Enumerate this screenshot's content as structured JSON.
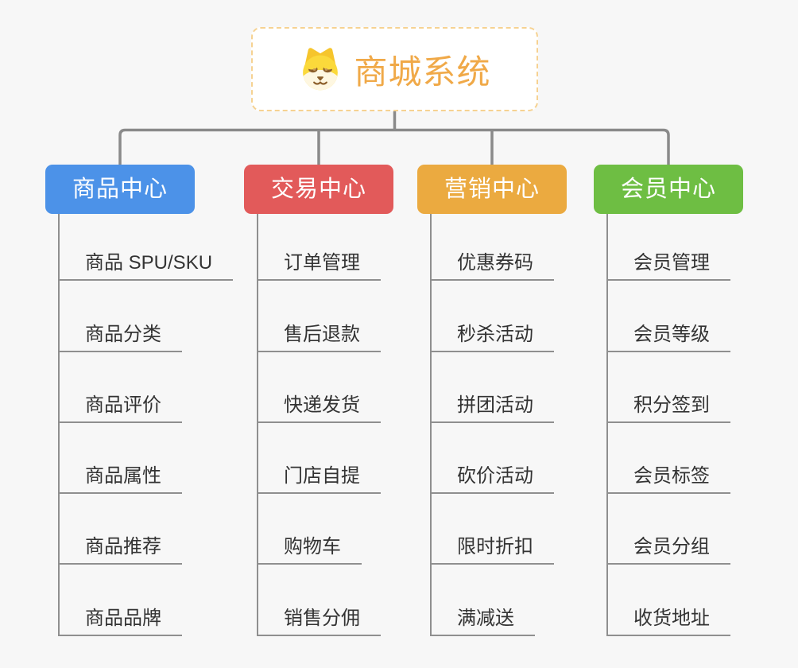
{
  "root": {
    "title": "商城系统",
    "icon": "dog-face-icon"
  },
  "branches": [
    {
      "label": "商品中心",
      "color": "#4C92E8",
      "items": [
        "商品 SPU/SKU",
        "商品分类",
        "商品评价",
        "商品属性",
        "商品推荐",
        "商品品牌"
      ]
    },
    {
      "label": "交易中心",
      "color": "#E25A5A",
      "items": [
        "订单管理",
        "售后退款",
        "快递发货",
        "门店自提",
        "购物车",
        "销售分佣"
      ]
    },
    {
      "label": "营销中心",
      "color": "#EBAA40",
      "items": [
        "优惠券码",
        "秒杀活动",
        "拼团活动",
        "砍价活动",
        "限时折扣",
        "满减送"
      ]
    },
    {
      "label": "会员中心",
      "color": "#6EBE43",
      "items": [
        "会员管理",
        "会员等级",
        "积分签到",
        "会员标签",
        "会员分组",
        "收货地址"
      ]
    }
  ],
  "colors": {
    "background": "#F7F7F7",
    "connector": "#8A8A8A",
    "root_accent": "#F0A948",
    "root_border": "#F6D292",
    "item_text": "#333333"
  }
}
